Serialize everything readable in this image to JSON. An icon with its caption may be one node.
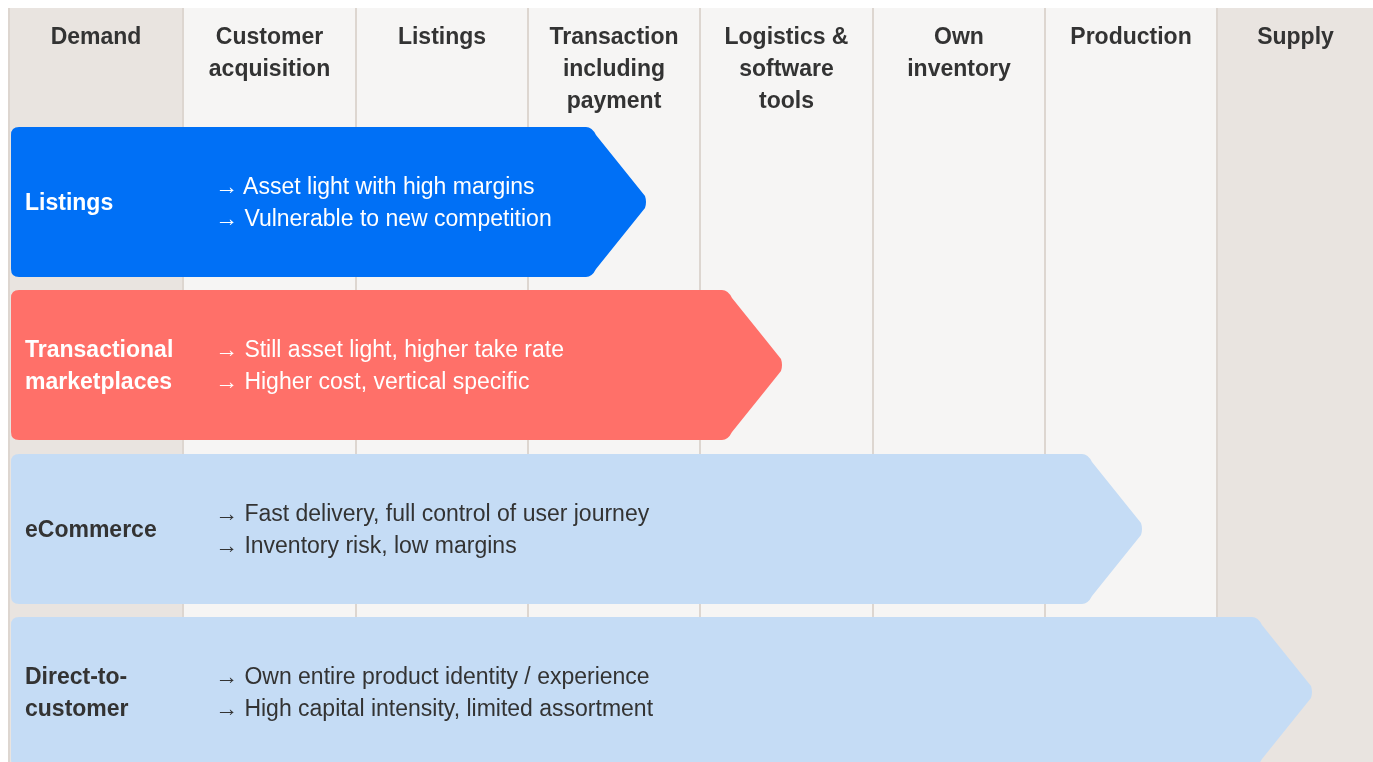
{
  "diagram": {
    "nodes": [
      {
        "text": [
          "Demand"
        ]
      },
      {
        "text": [
          "Customer acquisition"
        ]
      },
      {
        "text": [
          "Listings"
        ]
      },
      {
        "text": [
          "Transaction including payment"
        ]
      },
      {
        "text": [
          "Logistics & software tools"
        ]
      },
      {
        "text": [
          "Own inventory"
        ]
      },
      {
        "text": [
          "Production"
        ]
      },
      {
        "text": [
          "Supply"
        ]
      },
      {
        "text": [
          "Listings",
          "→ Asset light with high margins",
          "→ Vulnerable to new competition"
        ]
      },
      {
        "text": [
          "Transactional marketplaces",
          "→ Still asset light, higher take rate",
          "→ Higher cost, vertical specific"
        ]
      },
      {
        "text": [
          "eCommerce",
          "→ Fast delivery, full control of user journey",
          "→ Inventory risk, low margins"
        ]
      },
      {
        "text": [
          "Direct-to-customer",
          "→ Own entire product identity / experience",
          "→ High capital intensity, limited assortment"
        ]
      }
    ]
  }
}
